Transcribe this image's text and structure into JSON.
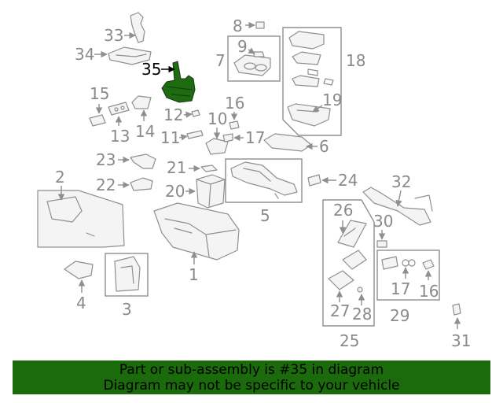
{
  "highlight_color": "#1e6b12",
  "banner": {
    "background": "#1b6a0b",
    "line1": "Part or sub-assembly is #35 in diagram",
    "line2": "Diagram may not be specific to your vehicle"
  },
  "callouts": {
    "c1": "1",
    "c2": "2",
    "c3": "3",
    "c4": "4",
    "c5": "5",
    "c6": "6",
    "c7": "7",
    "c8": "8",
    "c9": "9",
    "c10": "10",
    "c11": "11",
    "c12": "12",
    "c13": "13",
    "c14": "14",
    "c15": "15",
    "c16a": "16",
    "c16b": "16",
    "c17a": "17",
    "c17b": "17",
    "c18": "18",
    "c19": "19",
    "c20": "20",
    "c21": "21",
    "c22": "22",
    "c23": "23",
    "c24": "24",
    "c25": "25",
    "c26": "26",
    "c27": "27",
    "c28": "28",
    "c29": "29",
    "c30": "30",
    "c31": "31",
    "c32": "32",
    "c33": "33",
    "c34": "34",
    "c35": "35"
  }
}
